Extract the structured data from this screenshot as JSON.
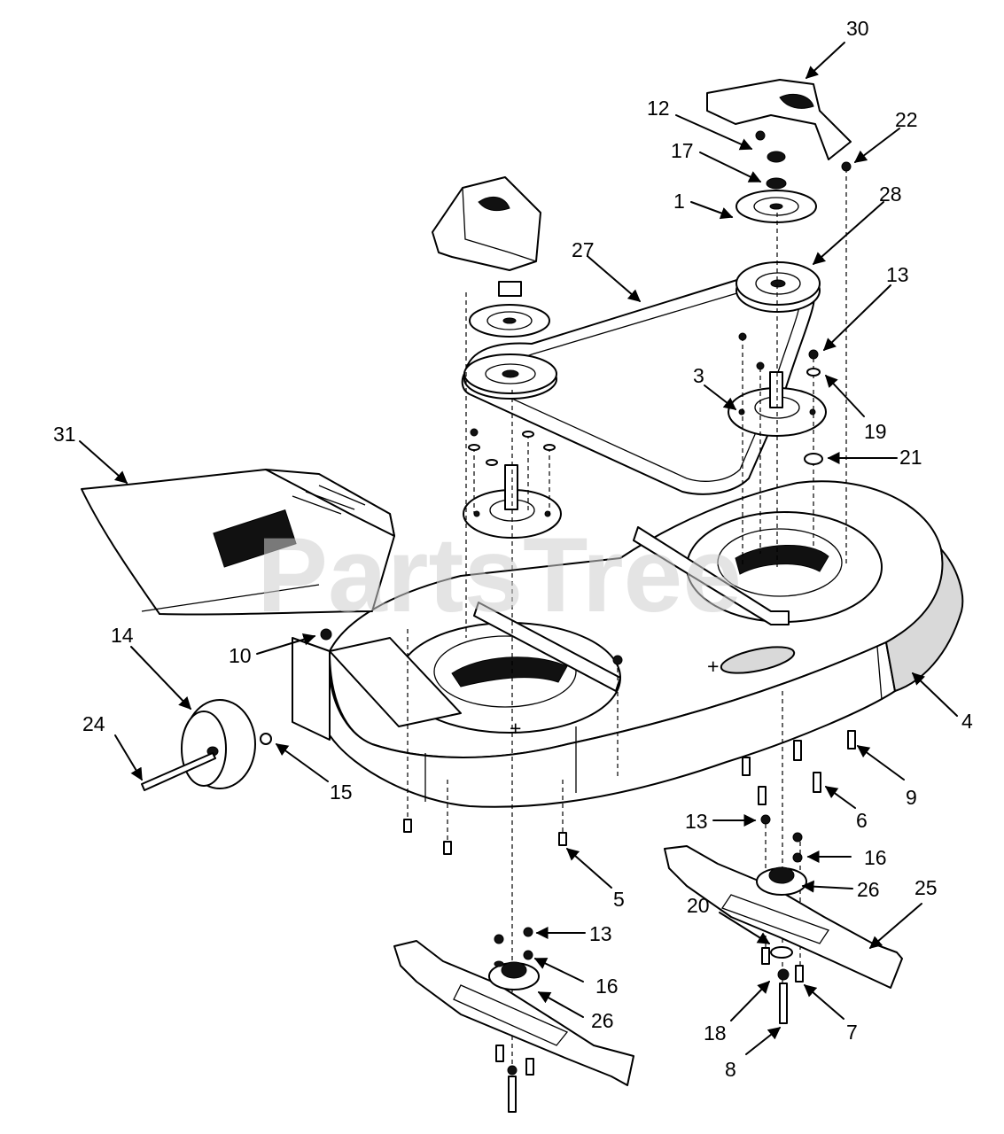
{
  "watermark": "PartsTree",
  "callouts": [
    {
      "id": "30",
      "text": "30"
    },
    {
      "id": "12",
      "text": "12"
    },
    {
      "id": "22",
      "text": "22"
    },
    {
      "id": "17",
      "text": "17"
    },
    {
      "id": "28",
      "text": "28"
    },
    {
      "id": "1",
      "text": "1"
    },
    {
      "id": "27",
      "text": "27"
    },
    {
      "id": "13a",
      "text": "13"
    },
    {
      "id": "3",
      "text": "3"
    },
    {
      "id": "19",
      "text": "19"
    },
    {
      "id": "21",
      "text": "21"
    },
    {
      "id": "31",
      "text": "31"
    },
    {
      "id": "14",
      "text": "14"
    },
    {
      "id": "10",
      "text": "10"
    },
    {
      "id": "24",
      "text": "24"
    },
    {
      "id": "15",
      "text": "15"
    },
    {
      "id": "4",
      "text": "4"
    },
    {
      "id": "9",
      "text": "9"
    },
    {
      "id": "6",
      "text": "6"
    },
    {
      "id": "13b",
      "text": "13"
    },
    {
      "id": "16a",
      "text": "16"
    },
    {
      "id": "25",
      "text": "25"
    },
    {
      "id": "5",
      "text": "5"
    },
    {
      "id": "26a",
      "text": "26"
    },
    {
      "id": "20",
      "text": "20"
    },
    {
      "id": "13c",
      "text": "13"
    },
    {
      "id": "16b",
      "text": "16"
    },
    {
      "id": "26b",
      "text": "26"
    },
    {
      "id": "18",
      "text": "18"
    },
    {
      "id": "7",
      "text": "7"
    },
    {
      "id": "8",
      "text": "8"
    }
  ]
}
